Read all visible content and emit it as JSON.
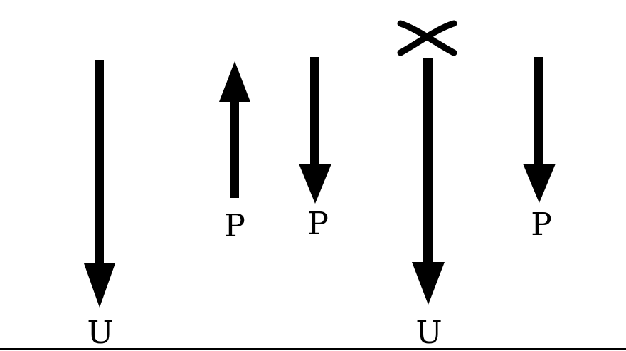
{
  "diagram": {
    "arrows": [
      {
        "id": "arrow-1",
        "direction": "down",
        "label": "U",
        "crossed": false
      },
      {
        "id": "arrow-2",
        "direction": "up",
        "label": "P",
        "crossed": false
      },
      {
        "id": "arrow-3",
        "direction": "down",
        "label": "P",
        "crossed": false
      },
      {
        "id": "arrow-4",
        "direction": "down",
        "label": "U",
        "crossed": true
      },
      {
        "id": "arrow-5",
        "direction": "down",
        "label": "P",
        "crossed": false
      }
    ],
    "cross_mark": "✕",
    "colors": {
      "ink": "#000000",
      "background": "#ffffff"
    }
  }
}
